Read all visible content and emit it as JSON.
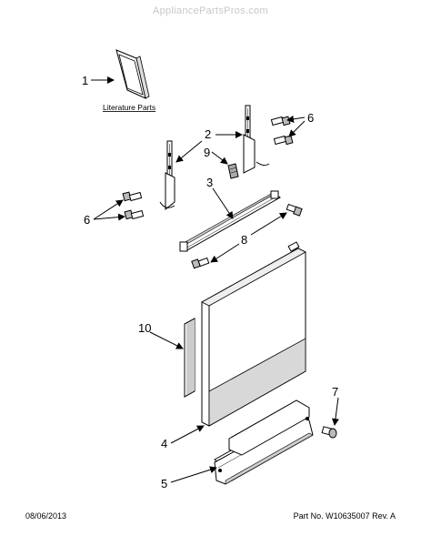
{
  "watermark": "AppliancePartsPros.com",
  "literature_label": "Literature Parts",
  "callouts": {
    "c1": "1",
    "c2": "2",
    "c3": "3",
    "c4": "4",
    "c5": "5",
    "c6a": "6",
    "c6b": "6",
    "c7": "7",
    "c8": "8",
    "c9": "9",
    "c10": "10"
  },
  "footer": {
    "date": "08/06/2013",
    "part_number": "Part No. W10635007  Rev. A"
  }
}
